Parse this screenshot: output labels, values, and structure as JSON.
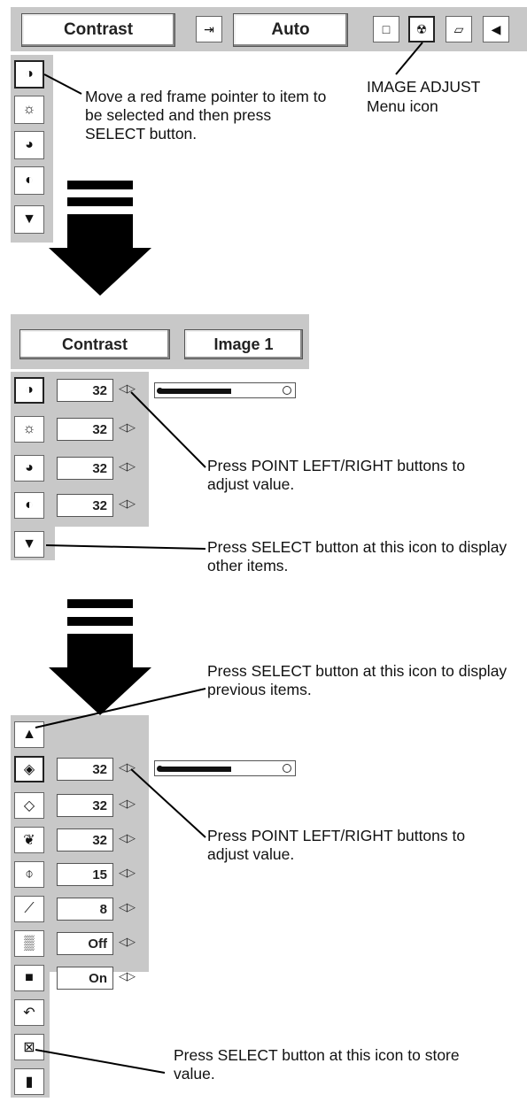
{
  "section1": {
    "toolbar_label": "Contrast",
    "mode_label": "Auto",
    "icons": [
      "exit-icon",
      "image-select-icon",
      "image-adjust-icon",
      "screen-icon",
      "sound-icon"
    ],
    "menu_icons": [
      "contrast-icon",
      "brightness-icon",
      "color-icon",
      "tint-icon",
      "down-arrow-icon"
    ],
    "callout_pointer": "Move a red frame pointer to item to be selected and then press SELECT button.",
    "callout_icon_title": "IMAGE ADJUST",
    "callout_icon_sub": "Menu icon"
  },
  "section2": {
    "toolbar_label": "Contrast",
    "image_label": "Image 1",
    "values": [
      "32",
      "32",
      "32",
      "32"
    ],
    "arrow_glyph": "◁▷",
    "slider_level": 0.55,
    "callout_adjust": "Press POINT LEFT/RIGHT buttons to adjust value.",
    "callout_next": "Press SELECT button at this icon to display other items."
  },
  "section3": {
    "callout_prev": "Press SELECT button at this icon to display previous items.",
    "values": [
      "32",
      "32",
      "32",
      "15",
      "8",
      "Off",
      "On"
    ],
    "arrow_glyph": "◁▷",
    "slider_level": 0.55,
    "callout_adjust": "Press POINT LEFT/RIGHT buttons to adjust value.",
    "callout_store": "Press SELECT button at this icon to store value."
  },
  "colors": {
    "menu_gray": "#c8c8c8",
    "accent_black": "#000000"
  }
}
